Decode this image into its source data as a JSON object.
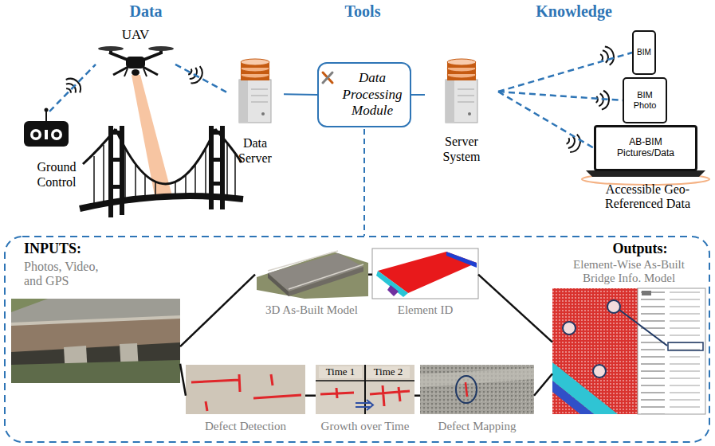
{
  "diagram": {
    "nodes": [
      {
        "text": [
          "UAV"
        ]
      },
      {
        "text": [
          "Ground Control"
        ]
      },
      {
        "text": [
          "Data Server"
        ]
      },
      {
        "text": [
          "Data Processing Module"
        ]
      },
      {
        "text": [
          "Server System"
        ]
      },
      {
        "text": [
          "BIM"
        ]
      },
      {
        "text": [
          "BIM Photo"
        ]
      },
      {
        "text": [
          "AB-BIM Pictures/Data"
        ]
      },
      {
        "text": [
          "INPUTS:",
          "Photos, Video, and GPS"
        ]
      },
      {
        "text": [
          "3D As-Built Model"
        ]
      },
      {
        "text": [
          "Element ID"
        ]
      },
      {
        "text": [
          "Outputs:",
          "Element-Wise As-Built Bridge Info. Model"
        ]
      },
      {
        "text": [
          "Defect Detection"
        ]
      },
      {
        "text": [
          "Time 1",
          "Time 2",
          "Growth over Time"
        ]
      },
      {
        "text": [
          "Defect Mapping"
        ]
      }
    ],
    "edges": [
      {
        "from": 1,
        "to": 0,
        "arrow": "none"
      },
      {
        "from": 0,
        "to": 2,
        "arrow": "none"
      },
      {
        "from": 2,
        "to": 3,
        "arrow": "none"
      },
      {
        "from": 3,
        "to": 4,
        "arrow": "none"
      },
      {
        "from": 4,
        "to": 5,
        "arrow": "none"
      },
      {
        "from": 4,
        "to": 6,
        "arrow": "none"
      },
      {
        "from": 4,
        "to": 7,
        "arrow": "none"
      },
      {
        "from": 8,
        "to": 9,
        "arrow": "none"
      },
      {
        "from": 8,
        "to": 12,
        "arrow": "none"
      },
      {
        "from": 9,
        "to": 10,
        "arrow": "none"
      },
      {
        "from": 12,
        "to": 13,
        "arrow": "none"
      },
      {
        "from": 13,
        "to": 14,
        "arrow": "none"
      },
      {
        "from": 10,
        "to": 11,
        "arrow": "none"
      },
      {
        "from": 14,
        "to": 11,
        "arrow": "none"
      }
    ],
    "labels": [
      "Data",
      "Tools",
      "Knowledge",
      "Accessible Geo-Referenced Data"
    ]
  }
}
